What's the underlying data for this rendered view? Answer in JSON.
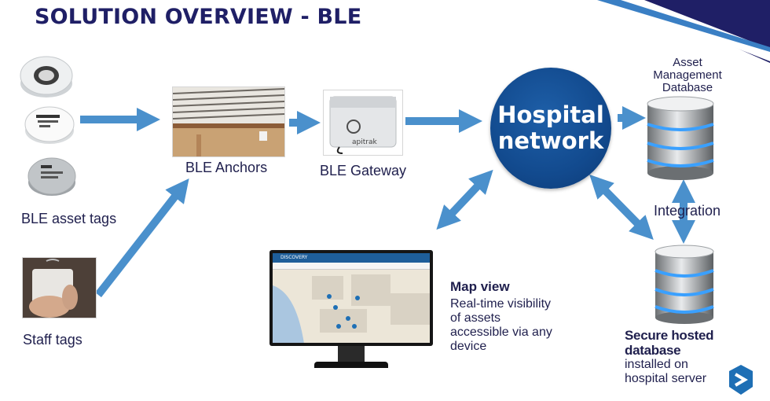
{
  "title": "SOLUTION OVERVIEW - BLE",
  "labels": {
    "asset_tags": "BLE asset tags",
    "staff_tags": "Staff tags",
    "anchors": "BLE Anchors",
    "gateway": "BLE Gateway",
    "asset_db": "Asset\nManagement\nDatabase",
    "integration": "Integration"
  },
  "hospital_network": {
    "line1": "Hospital",
    "line2": "network"
  },
  "gateway_brand": "apitrak",
  "map_view": {
    "heading": "Map view",
    "body": "Real-time visibility\nof assets\naccessible via any\ndevice"
  },
  "secure_db": {
    "heading_line1": "Secure hosted",
    "heading_line2": "database",
    "body": "installed on\nhospital server"
  },
  "monitor_app": {
    "name": "DISCOVERY"
  },
  "colors": {
    "arrow": "#4a90cc",
    "navy": "#1f1f66",
    "network": "#124a8e"
  }
}
